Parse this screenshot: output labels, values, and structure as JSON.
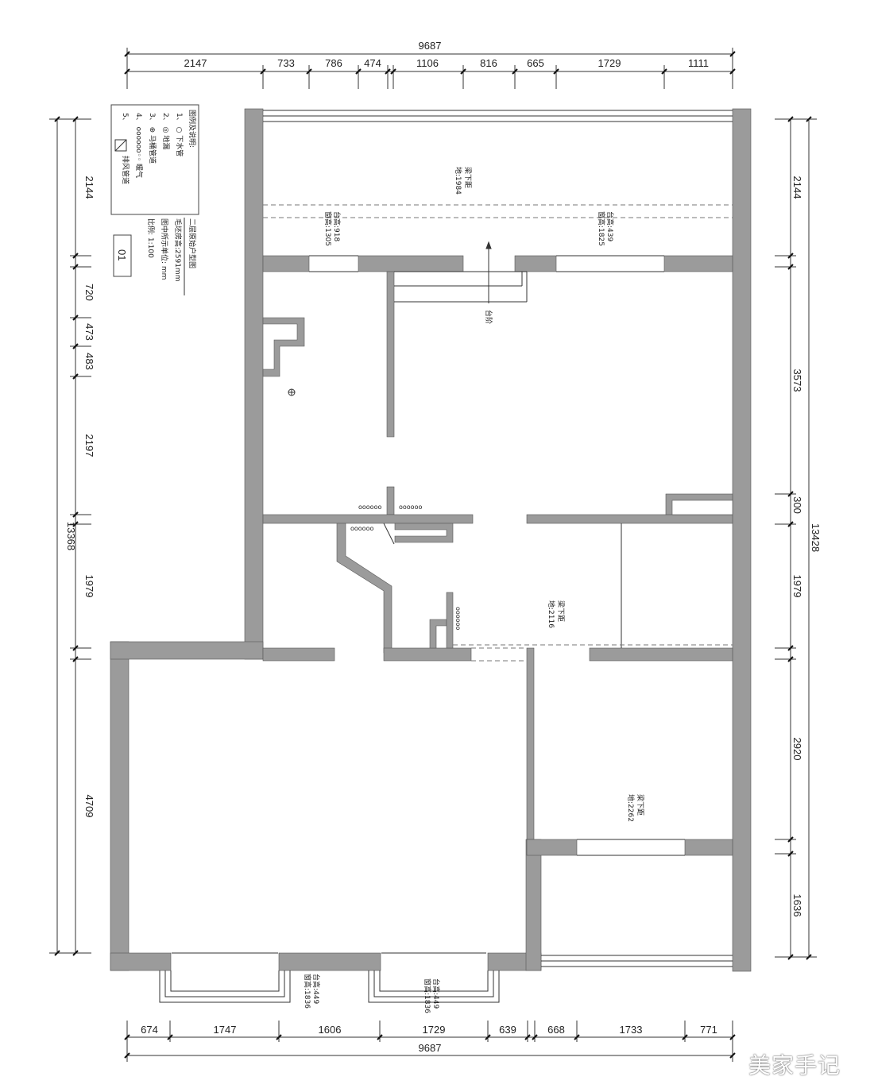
{
  "top_dims": {
    "total": "9687",
    "segments": [
      "2147",
      "733",
      "786",
      "474",
      "1106",
      "816",
      "665",
      "1729",
      "1111"
    ]
  },
  "bottom_dims": {
    "total": "9687",
    "segments": [
      "674",
      "1747",
      "1606",
      "1729",
      "639",
      "668",
      "1733",
      "771"
    ]
  },
  "left_dims": {
    "total": "13368",
    "segments": [
      "2144",
      "720",
      "473",
      "483",
      "2197",
      "1979",
      "4709"
    ]
  },
  "right_dims": {
    "total": "13428",
    "segments": [
      "2144",
      "3573",
      "300",
      "1979",
      "2920",
      "1636"
    ]
  },
  "legend": {
    "title": "图例及说明:",
    "items": [
      {
        "num": "1、",
        "symbol": "○",
        "text": "下水管"
      },
      {
        "num": "2、",
        "symbol": "◎",
        "text": "地漏"
      },
      {
        "num": "3、",
        "symbol": "⊕",
        "text": "马桶管道"
      },
      {
        "num": "4、",
        "symbol": "oooooo◦◦",
        "text": "暖气"
      },
      {
        "num": "5、",
        "symbol": "",
        "text": "排风管道"
      }
    ]
  },
  "plan_info": {
    "title": "二层原始户型图",
    "line1": "毛坯房高:2591mm",
    "line2": "图中所示单位: mm",
    "line3": "比例: 1:100",
    "sheet_no": "01"
  },
  "annotations": {
    "beam1": "梁下距\n地:1984",
    "beam2": "梁下距\n地:2116",
    "beam3": "梁下距\n地:2262",
    "win1": "台高:918\n窗高:1305",
    "win2": "台高:439\n窗高:1825",
    "win3": "台高:449\n窗高:1836",
    "win4": "台高:449\n窗高:1836",
    "step": "台阶",
    "radiator1": "oooooo",
    "radiator2": "oooooo",
    "radiator3": "oooooo",
    "radiator4": "oooooo",
    "toilet": "⊕"
  },
  "watermark": "美家手记",
  "colors": {
    "wall": "#9b9b9b",
    "line": "#333333"
  }
}
